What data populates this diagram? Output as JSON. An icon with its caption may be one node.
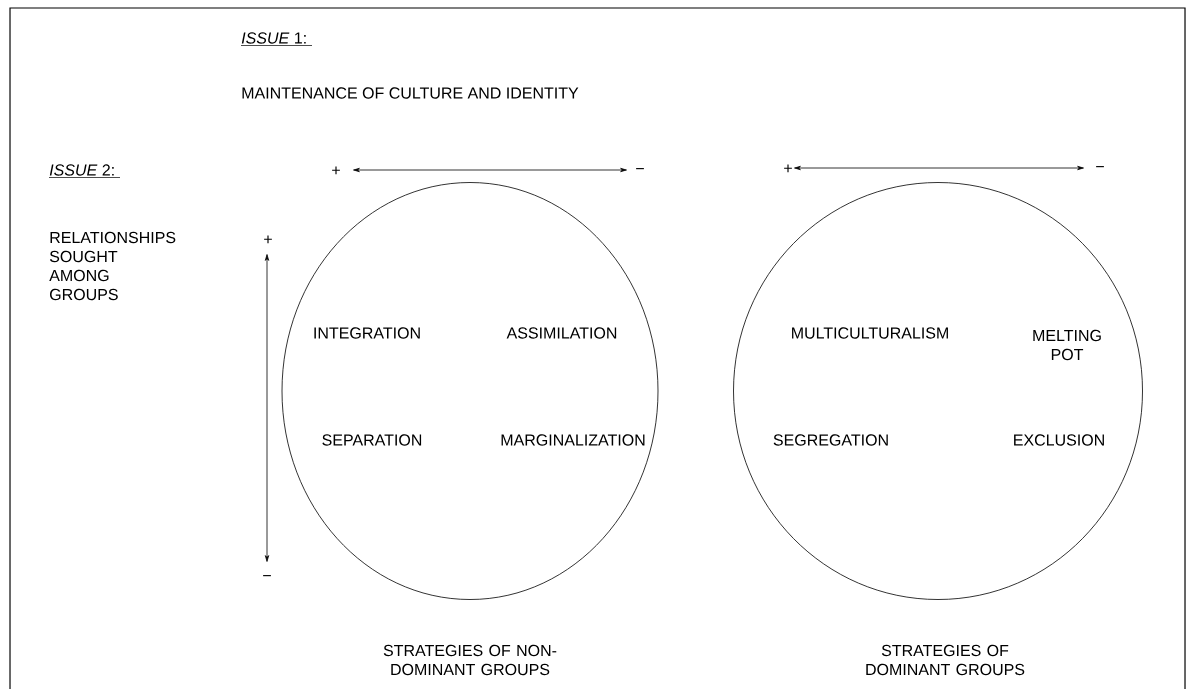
{
  "diagram": {
    "nodes": [
      {
        "text": [
          "INTEGRATION",
          "ASSIMILATION",
          "SEPARATION",
          "MARGINALIZATION"
        ],
        "beside": [
          "STRATEGIES OF NON-DOMINANT GROUPS"
        ]
      },
      {
        "text": [
          "MULTICULTURALISM",
          "MELTING POT",
          "SEGREGATION",
          "EXCLUSION"
        ],
        "beside": [
          "STRATEGIES OF DOMINANT GROUPS"
        ]
      }
    ],
    "labels": [
      "*ISSUE* 1:",
      "MAINTENANCE OF CULTURE AND IDENTITY",
      "*ISSUE* 2:",
      "RELATIONSHIPS SOUGHT AMONG GROUPS",
      "+",
      "−",
      "+",
      "−",
      "+",
      "−"
    ]
  }
}
